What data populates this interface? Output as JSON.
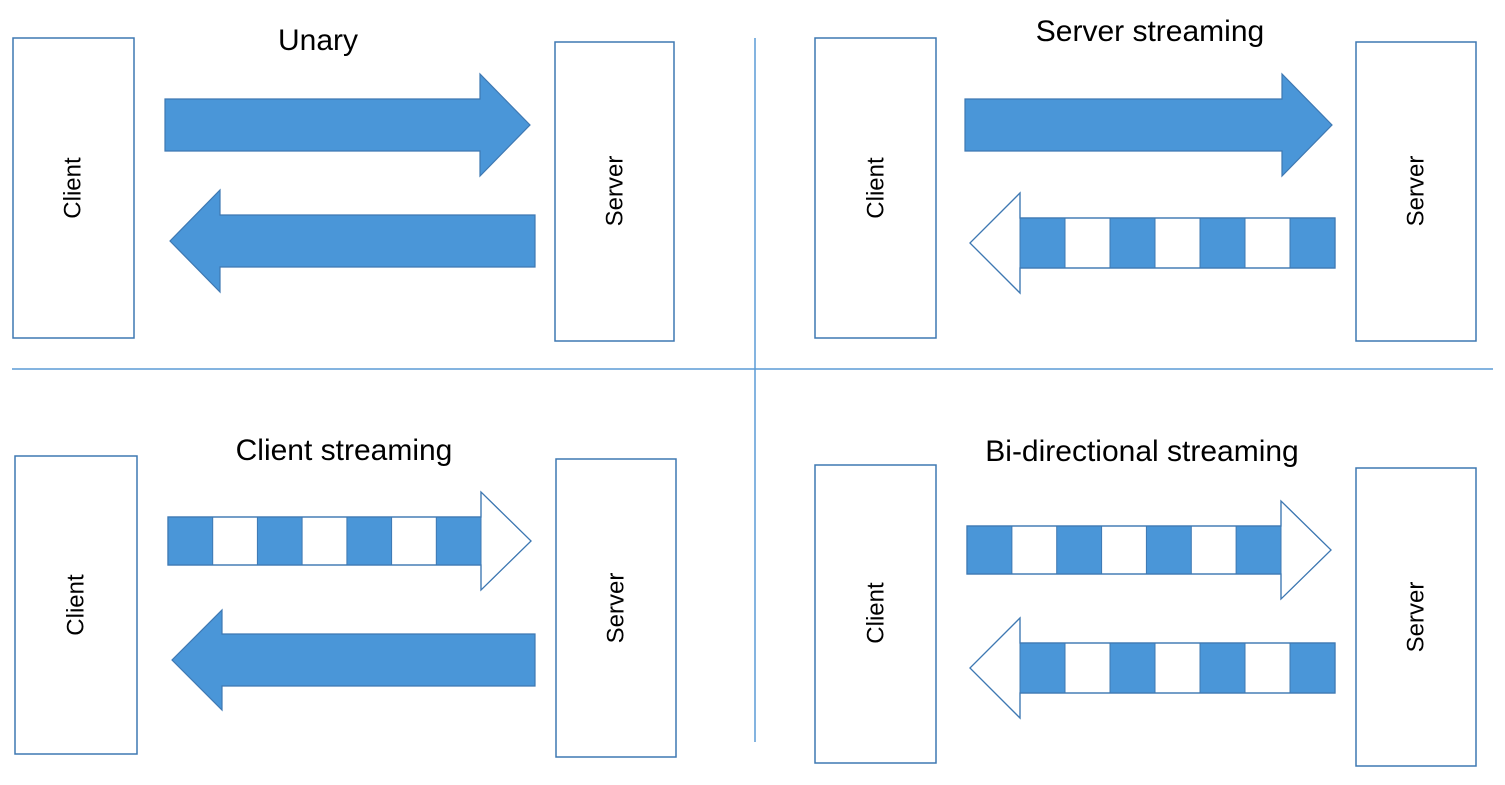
{
  "colors": {
    "accent": "#4A96D8",
    "outline": "#3E78B2",
    "divider": "#5B9BD5",
    "background": "#FFFFFF",
    "text": "#000000"
  },
  "panels": {
    "unary": {
      "title": "Unary",
      "client_label": "Client",
      "server_label": "Server",
      "request_style": "solid",
      "response_style": "solid"
    },
    "server_streaming": {
      "title": "Server streaming",
      "client_label": "Client",
      "server_label": "Server",
      "request_style": "solid",
      "response_style": "striped"
    },
    "client_streaming": {
      "title": "Client streaming",
      "client_label": "Client",
      "server_label": "Server",
      "request_style": "striped",
      "response_style": "solid"
    },
    "bidi_streaming": {
      "title": "Bi-directional streaming",
      "client_label": "Client",
      "server_label": "Server",
      "request_style": "striped",
      "response_style": "striped"
    }
  }
}
